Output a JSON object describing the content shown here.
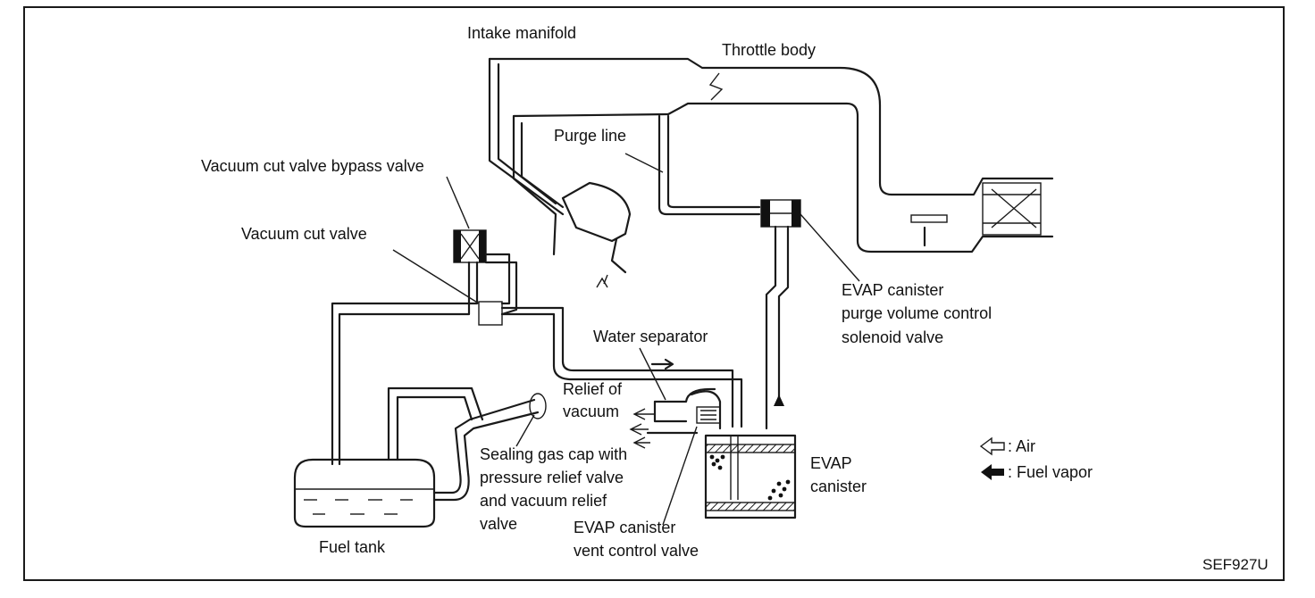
{
  "labels": {
    "intake_manifold": "Intake manifold",
    "throttle_body": "Throttle body",
    "purge_line": "Purge line",
    "vacuum_cut_valve_bypass_valve": "Vacuum cut valve bypass valve",
    "vacuum_cut_valve": "Vacuum cut valve",
    "water_separator": "Water separator",
    "relief_of_vacuum": [
      "Relief of",
      "vacuum"
    ],
    "sealing_gas_cap": [
      "Sealing gas cap with",
      "pressure relief valve",
      "and vacuum relief",
      "valve"
    ],
    "fuel_tank": "Fuel tank",
    "evap_canister_vent_control_valve": [
      "EVAP canister",
      "vent control valve"
    ],
    "evap_canister": [
      "EVAP",
      "canister"
    ],
    "evap_purge_volume_control_solenoid_valve": [
      "EVAP canister",
      "purge volume control",
      "solenoid valve"
    ]
  },
  "legend": {
    "air": ": Air",
    "fuel_vapor": ": Fuel vapor"
  },
  "figure_code": "SEF927U"
}
